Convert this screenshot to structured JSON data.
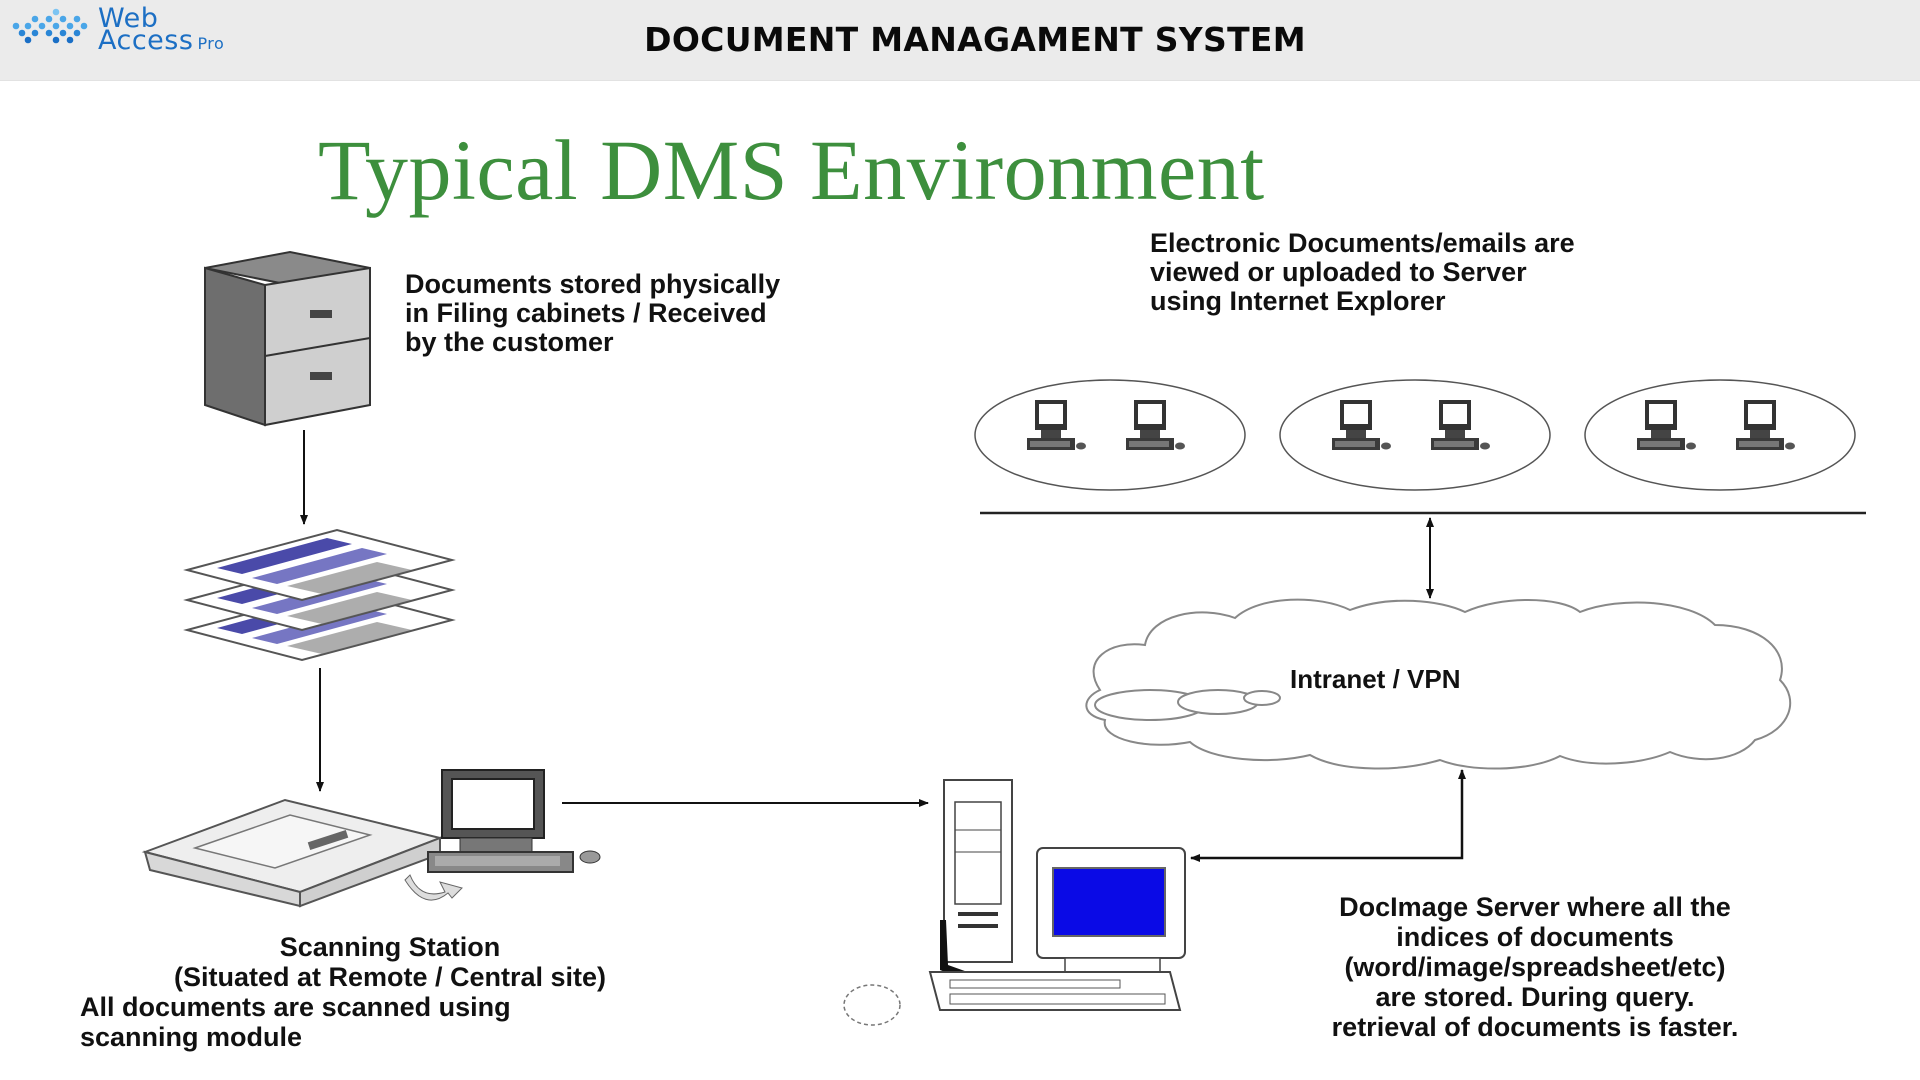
{
  "header": {
    "logo": {
      "line1": "Web",
      "line2": "Access",
      "suffix": "Pro"
    },
    "title": "DOCUMENT MANAGAMENT SYSTEM"
  },
  "slide": {
    "title": "Typical DMS Environment",
    "nodes": {
      "filing_cabinet": {
        "icon": "filing-cabinet-icon",
        "caption": "Documents stored physically\nin Filing cabinets / Received\nby the customer"
      },
      "paper_documents": {
        "icon": "document-stack-icon"
      },
      "scanning_station": {
        "icon": "scanner-workstation-icon",
        "caption": "Scanning Station\n(Situated at Remote / Central site)\nAll documents are scanned using\nscanning module"
      },
      "docimage_server": {
        "icon": "server-workstation-icon",
        "caption": "DocImage Server where all the\nindices of documents\n(word/image/spreadsheet/etc)\nare stored. During query.\nretrieval of documents is faster."
      },
      "network": {
        "icon": "cloud-icon",
        "label": "Intranet / VPN"
      },
      "client_groups": {
        "caption": "Electronic Documents/emails are\nviewed or uploaded to Server\nusing Internet Explorer",
        "groups": [
          {
            "icon": "client-group-icon",
            "computers": 2
          },
          {
            "icon": "client-group-icon",
            "computers": 2
          },
          {
            "icon": "client-group-icon",
            "computers": 2
          }
        ]
      }
    },
    "edges": [
      {
        "from": "filing_cabinet",
        "to": "paper_documents",
        "direction": "one-way"
      },
      {
        "from": "paper_documents",
        "to": "scanning_station",
        "direction": "one-way"
      },
      {
        "from": "scanning_station",
        "to": "docimage_server",
        "direction": "one-way"
      },
      {
        "from": "docimage_server",
        "to": "network",
        "direction": "two-way"
      },
      {
        "from": "network",
        "to": "client_groups",
        "direction": "two-way"
      }
    ],
    "colors": {
      "title_green": "#3d8f3d",
      "logo_blue": "#1c6fc4",
      "screen_blue": "#0a0ae6",
      "doc_blue": "#2a2a9a"
    }
  }
}
